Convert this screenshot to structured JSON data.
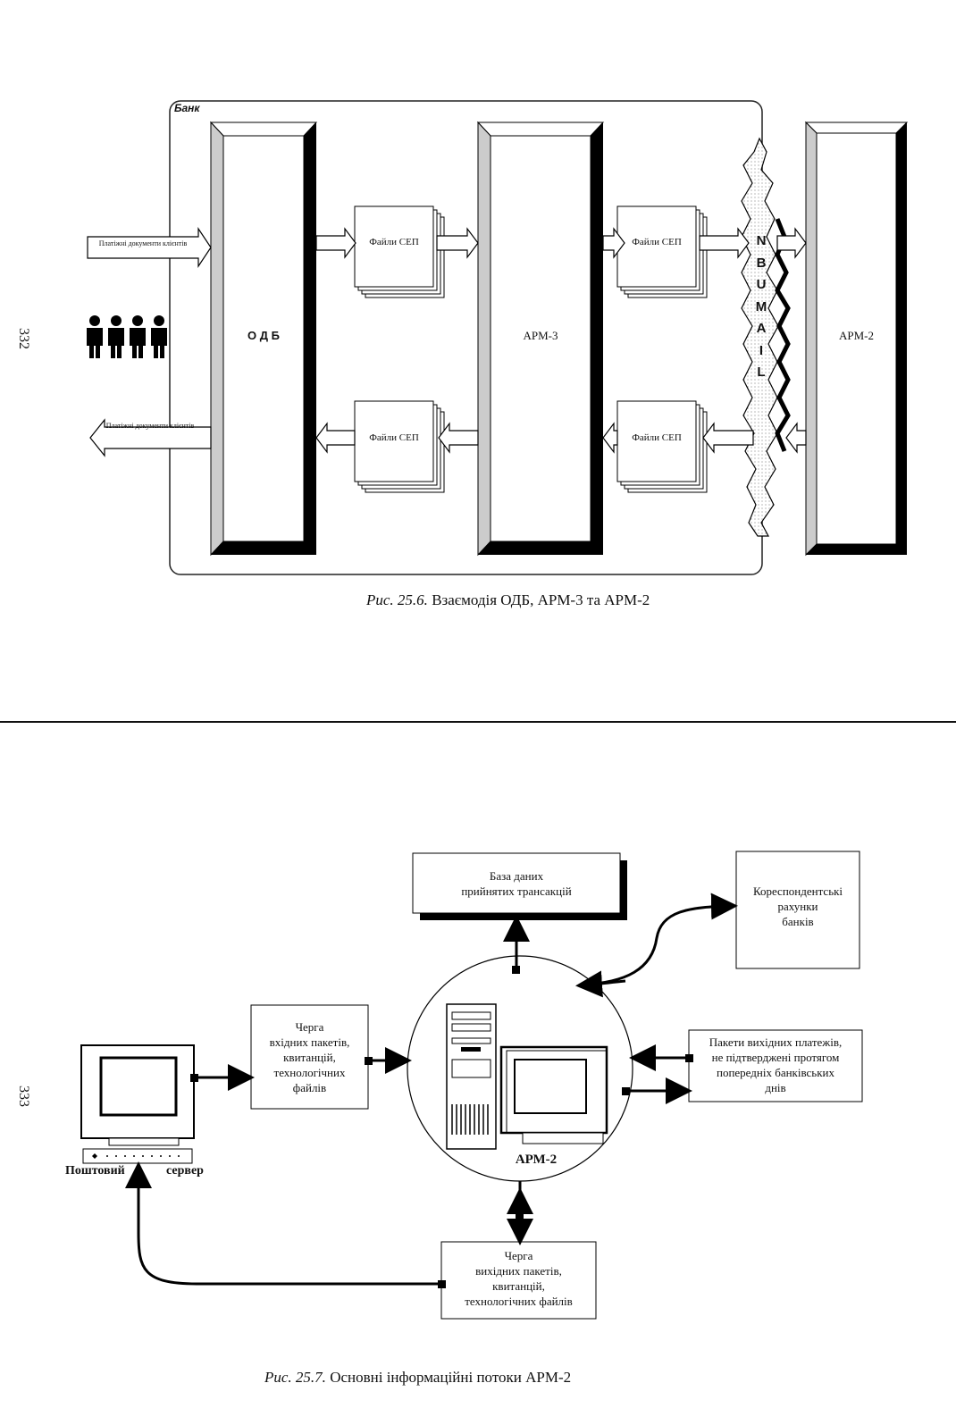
{
  "page_numbers": {
    "top": "332",
    "bottom": "333"
  },
  "figure1": {
    "bank_label": "Банк",
    "odb_label": "О Д Б",
    "arm3_label": "АРМ-3",
    "arm2_label": "АРМ-2",
    "files_label": "Файли СЕП",
    "incoming_docs": "Платіжні документи клієнтів",
    "outgoing_docs": "Платіжні документи клієнтів",
    "nbu_mail_letters": [
      "N",
      "B",
      "U",
      "M",
      "A",
      "I",
      "L"
    ],
    "caption_prefix": "Рис. 25.6.",
    "caption_text": "Взаємодія ОДБ, АРМ-3 та АРМ-2"
  },
  "figure2": {
    "database": [
      "База даних",
      "прийнятих трансакцій"
    ],
    "correspondent": [
      "Кореспондентські",
      "рахунки",
      "банків"
    ],
    "incoming_queue": [
      "Черга",
      "вхідних пакетів,",
      "квитанцій,",
      "технологічних",
      "файлів"
    ],
    "pending_packets": [
      "Пакети вихідних платежів,",
      "не підтверджені протягом",
      "попередніх банківських",
      "днів"
    ],
    "outgoing_queue": [
      "Черга",
      "вихідних пакетів,",
      "квитанцій,",
      "технологічних файлів"
    ],
    "arm2_label": "АРМ-2",
    "mail_server_left": "Поштовий",
    "mail_server_right": "сервер",
    "caption_prefix": "Рис. 25.7.",
    "caption_text": "Основні інформаційні потоки АРМ-2"
  }
}
